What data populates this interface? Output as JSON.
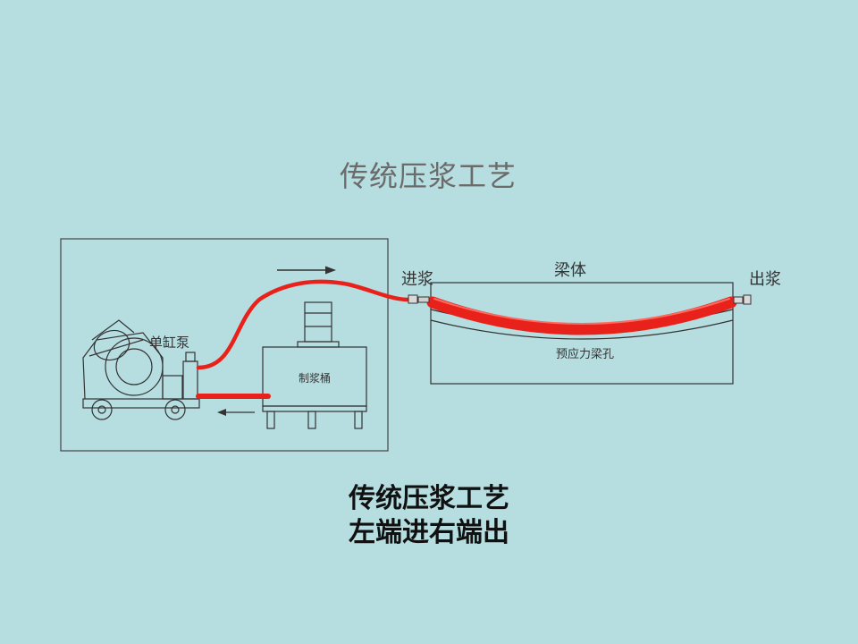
{
  "diagram": {
    "title": "传统压浆工艺",
    "labels": {
      "pump": "单缸泵",
      "tank": "制浆桶",
      "beam": "梁体",
      "inlet": "进浆",
      "outlet": "出浆",
      "duct": "预应力梁孔"
    },
    "colors": {
      "background": "#b6dde0",
      "hose": "#e8221b",
      "line": "#333333"
    }
  },
  "caption": {
    "line1": "传统压浆工艺",
    "line2": "左端进右端出"
  }
}
